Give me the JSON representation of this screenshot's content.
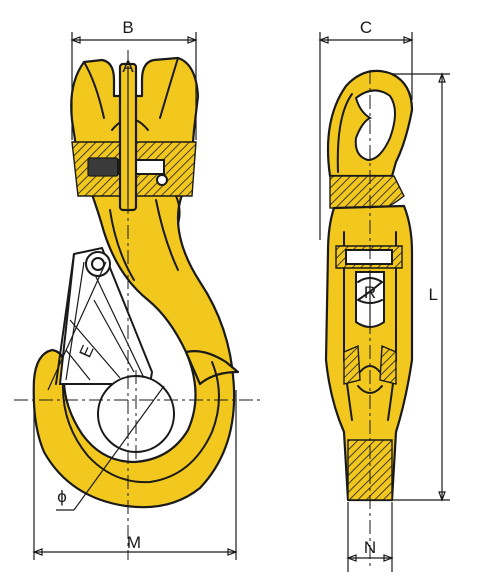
{
  "labels": {
    "A": "A",
    "B": "B",
    "C": "C",
    "E": "E",
    "L": "L",
    "M": "M",
    "N": "N",
    "R": "R",
    "phi": "ϕ"
  }
}
